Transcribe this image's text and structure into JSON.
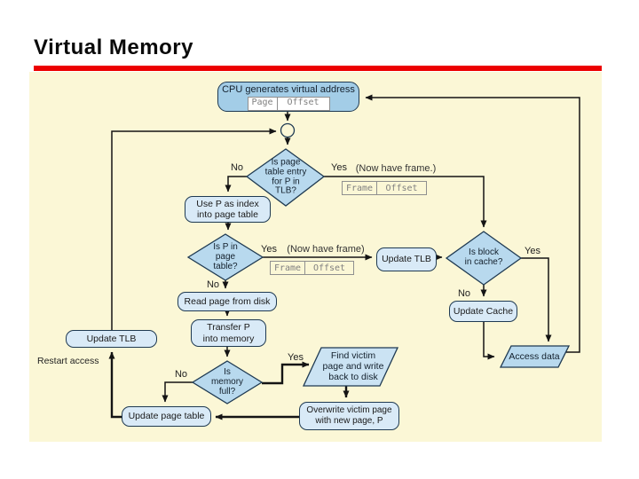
{
  "title": "Virtual Memory",
  "colors": {
    "accent_red": "#ec0000",
    "panel_bg": "#fbf7d6",
    "node_blue": "#a3cde7",
    "node_blue_mid": "#b8d9ee",
    "node_blue_light": "#d9eaf7"
  },
  "flowchart": {
    "cpu_box": {
      "label": "CPU generates virtual address",
      "page_field": "Page",
      "offset_field": "Offset"
    },
    "tlb_diamond": {
      "label": "Is page\ntable entry\nfor P in\nTLB?",
      "no_label": "No",
      "yes_label": "Yes",
      "yes_note": "(Now have frame.)",
      "frame_field": "Frame",
      "offset_field": "Offset"
    },
    "use_p_box": {
      "label": "Use P as index\ninto page table"
    },
    "page_table_diamond": {
      "label": "Is P in\npage\ntable?",
      "no_label": "No",
      "yes_label": "Yes",
      "yes_note": "(Now have frame)",
      "frame_field": "Frame",
      "offset_field": "Offset"
    },
    "update_tlb_box": {
      "label": "Update TLB"
    },
    "cache_diamond": {
      "label": "Is block\nin cache?",
      "no_label": "No",
      "yes_label": "Yes"
    },
    "update_cache_box": {
      "label": "Update Cache"
    },
    "access_data_shape": {
      "label": "Access data"
    },
    "read_page_box": {
      "label": "Read page from disk"
    },
    "transfer_box": {
      "label": "Transfer P\ninto memory"
    },
    "memory_diamond": {
      "label": "Is\nmemory\nfull?",
      "no_label": "No",
      "yes_label": "Yes"
    },
    "find_victim_shape": {
      "label": "Find victim\npage and write\nback to disk"
    },
    "overwrite_box": {
      "label": "Overwrite victim page\nwith new page, P"
    },
    "update_page_table_box": {
      "label": "Update page table"
    },
    "update_tlb_left_box": {
      "label": "Update TLB"
    },
    "restart_label": "Restart access"
  }
}
